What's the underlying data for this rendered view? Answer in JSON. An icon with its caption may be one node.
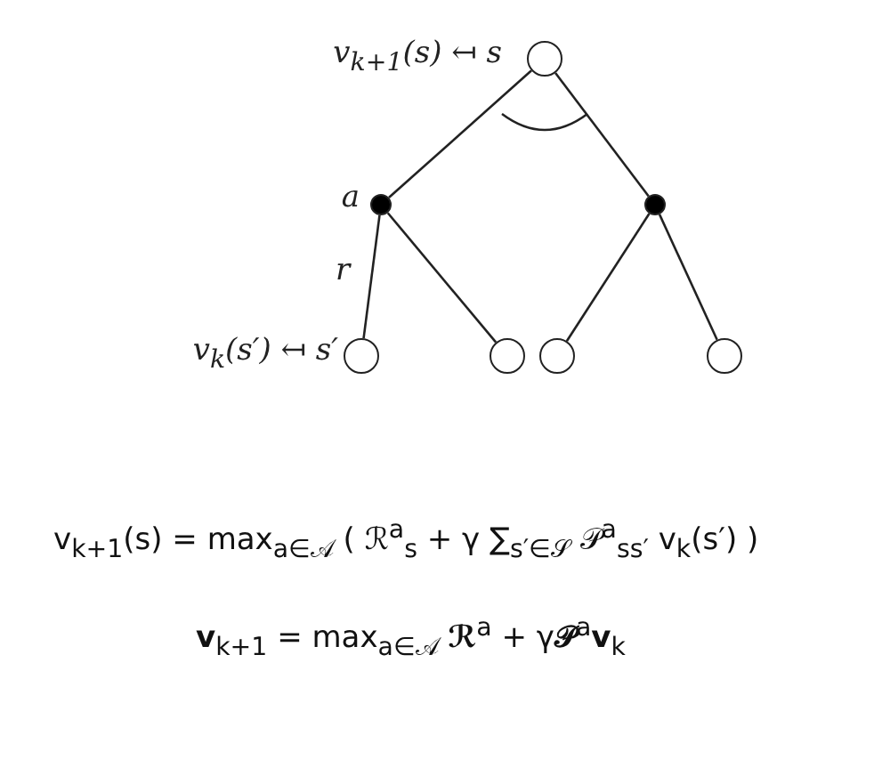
{
  "diagram": {
    "nodes": [
      {
        "text": [],
        "shape": "circle",
        "beside": [
          "v$_{k+1}$(s) ↤ s"
        ]
      },
      {
        "text": [],
        "shape": "circle",
        "beside": [
          "a"
        ]
      },
      {
        "text": [],
        "shape": "circle"
      },
      {
        "text": [],
        "shape": "circle",
        "beside": [
          "v$_{k}$(s′) ↤ s′"
        ]
      },
      {
        "text": [],
        "shape": "circle"
      },
      {
        "text": [],
        "shape": "circle"
      },
      {
        "text": [],
        "shape": "circle"
      }
    ],
    "edges": [
      {
        "from": 0,
        "to": 1,
        "arrow": "none"
      },
      {
        "from": 0,
        "to": 2,
        "arrow": "none"
      },
      {
        "from": 1,
        "to": 3,
        "arrow": "none",
        "label": "r"
      },
      {
        "from": 1,
        "to": 4,
        "arrow": "none"
      },
      {
        "from": 2,
        "to": 5,
        "arrow": "none"
      },
      {
        "from": 2,
        "to": 6,
        "arrow": "none"
      }
    ],
    "labels": [
      "v$_{k+1}$(s) = max$_{a∈𝒜}$ ( ℛ$^{a}$$_{s}$ + γ ∑$_{s′∈𝒮}$ 𝒫$^{a}$$_{ss′}$ v$_{k}$(s′) )",
      "**v**$_{k+1}$ = max$_{a∈𝒜}$ **ℛ**$^{a}$ + γ**𝒫**$^{a}$**v**$_{k}$"
    ]
  }
}
